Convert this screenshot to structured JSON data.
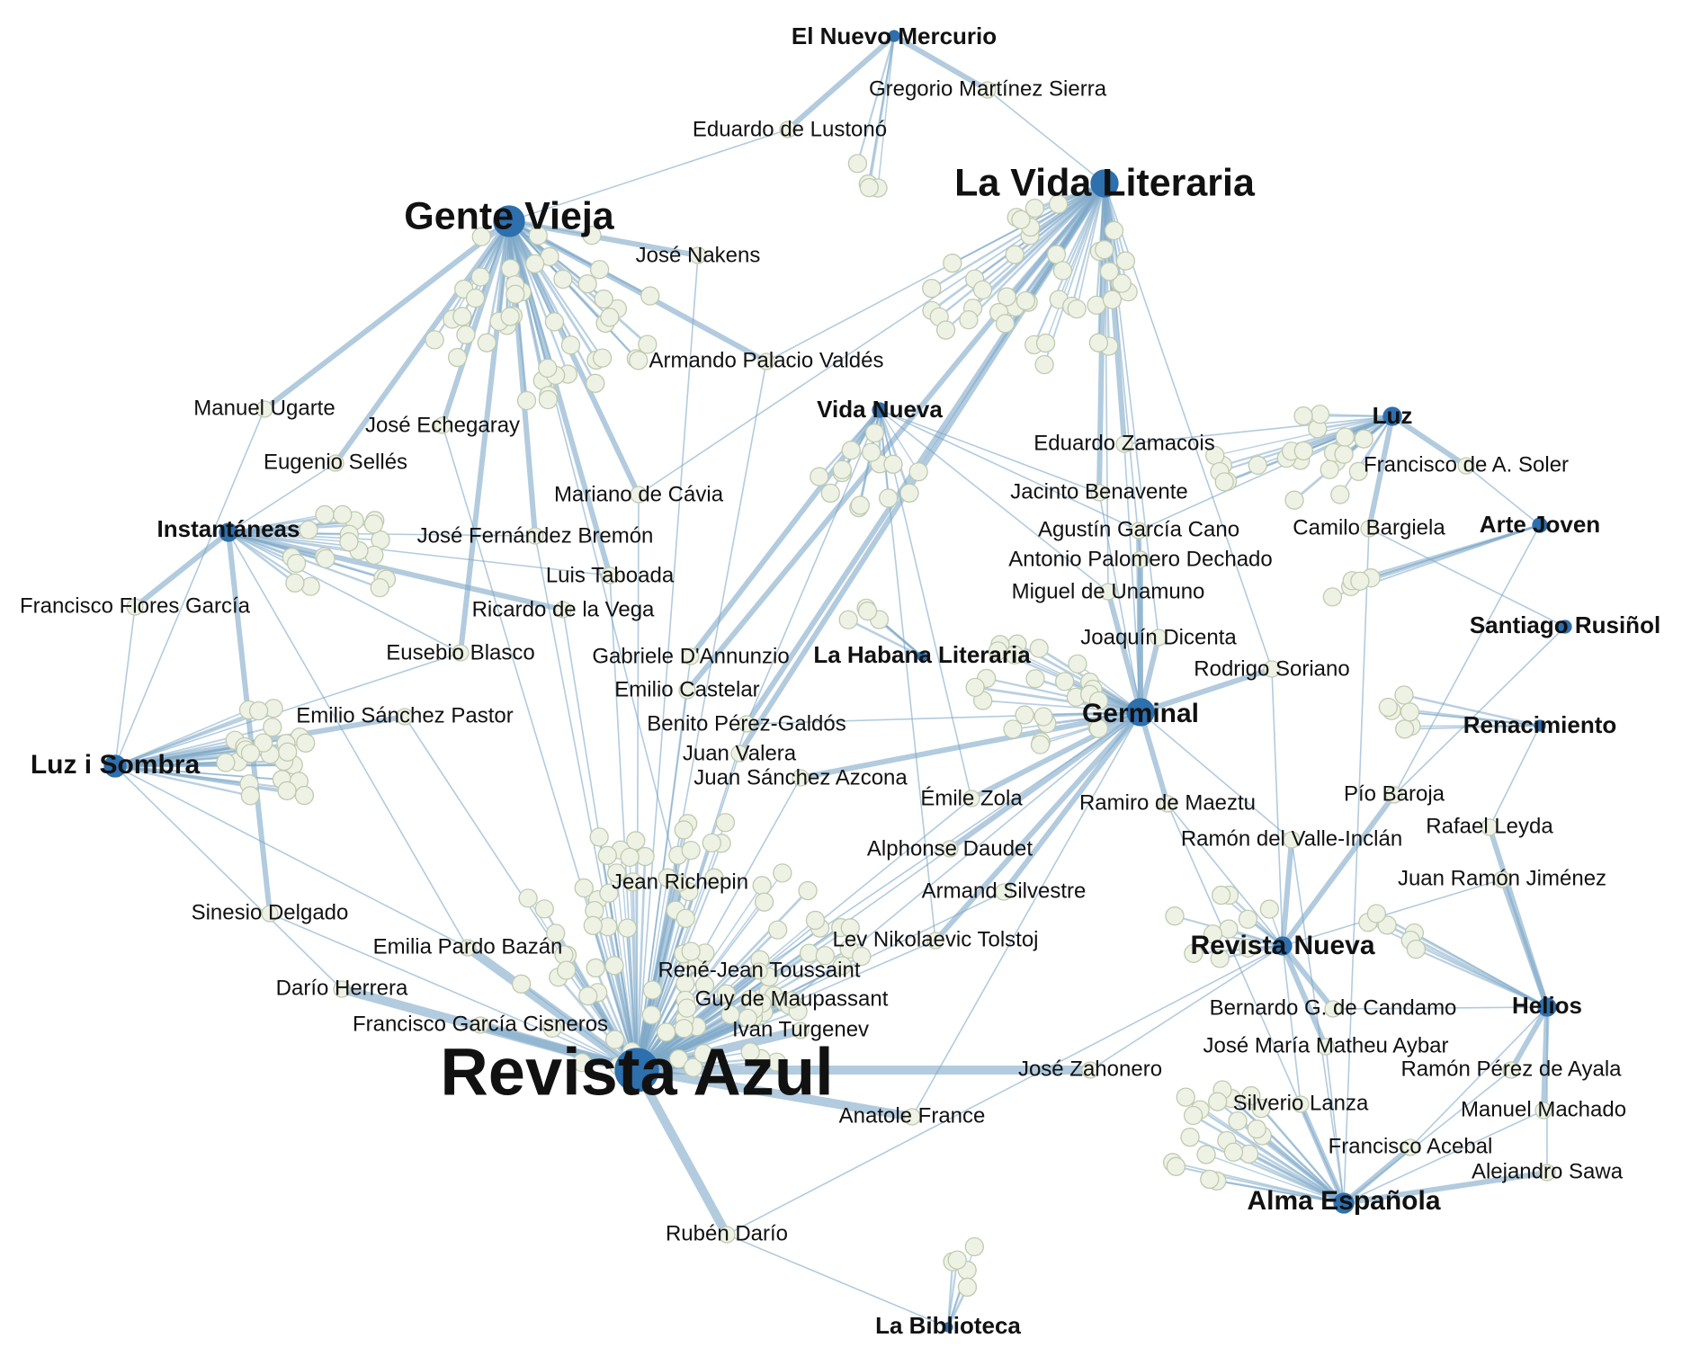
{
  "colors": {
    "edge": "#7fa9c8",
    "magazine_node": "#2e6fad",
    "author_node_fill": "#eef2e4",
    "author_node_stroke": "#bfcab1",
    "label": "#111111"
  },
  "magazines": [
    {
      "id": "revista_azul",
      "name": "Revista Azul",
      "degree": "xl"
    },
    {
      "id": "gente_vieja",
      "name": "Gente Vieja",
      "degree": "l"
    },
    {
      "id": "vida_literaria",
      "name": "La Vida Literaria",
      "degree": "l"
    },
    {
      "id": "germinal",
      "name": "Germinal",
      "degree": "m"
    },
    {
      "id": "vida_nueva",
      "name": "Vida Nueva",
      "degree": "s"
    },
    {
      "id": "luz",
      "name": "Luz",
      "degree": "s"
    },
    {
      "id": "arte_joven",
      "name": "Arte Joven",
      "degree": "s"
    },
    {
      "id": "santiago_rusinol",
      "name": "Santiago Rusiñol",
      "degree": "s"
    },
    {
      "id": "renacimiento",
      "name": "Renacimiento",
      "degree": "s"
    },
    {
      "id": "helios",
      "name": "Helios",
      "degree": "s"
    },
    {
      "id": "revista_nueva",
      "name": "Revista Nueva",
      "degree": "m"
    },
    {
      "id": "alma_espanola",
      "name": "Alma Española",
      "degree": "m"
    },
    {
      "id": "instantaneas",
      "name": "Instantáneas",
      "degree": "s"
    },
    {
      "id": "luz_i_sombra",
      "name": "Luz i Sombra",
      "degree": "m"
    },
    {
      "id": "nuevo_mercurio",
      "name": "El Nuevo Mercurio",
      "degree": "xs"
    },
    {
      "id": "la_biblioteca",
      "name": "La Biblioteca",
      "degree": "xs"
    },
    {
      "id": "habana_literaria",
      "name": "La Habana Literaria",
      "degree": "xs"
    }
  ],
  "authors": [
    "Gregorio Martínez Sierra",
    "Eduardo de Lustonó",
    "José Nakens",
    "Armando Palacio Valdés",
    "Manuel Ugarte",
    "José Echegaray",
    "Eugenio Sellés",
    "Mariano de Cávia",
    "José Fernández Bremón",
    "Luis Taboada",
    "Francisco Flores García",
    "Ricardo de la Vega",
    "Eusebio Blasco",
    "Gabriele D'Annunzio",
    "Emilio Castelar",
    "Emilio Sánchez Pastor",
    "Benito Pérez-Galdós",
    "Juan Valera",
    "Juan Sánchez Azcona",
    "Émile Zola",
    "Alphonse Daudet",
    "Jean Richepin",
    "Armand Silvestre",
    "Sinesio Delgado",
    "Lev Nikolaevic Tolstoj",
    "Emilia Pardo Bazán",
    "René-Jean Toussaint",
    "Darío Herrera",
    "Guy de Maupassant",
    "Francisco García Cisneros",
    "Ivan Turgenev",
    "José Zahonero",
    "Anatole France",
    "Rubén Darío",
    "Eduardo Zamacois",
    "Francisco de A. Soler",
    "Jacinto Benavente",
    "Camilo Bargiela",
    "Agustín García Cano",
    "Antonio Palomero Dechado",
    "Miguel de Unamuno",
    "Joaquín Dicenta",
    "Rodrigo Soriano",
    "Ramiro de Maeztu",
    "Ramón del Valle-Inclán",
    "Pío Baroja",
    "Rafael Leyda",
    "Juan Ramón Jiménez",
    "Bernardo G. de Candamo",
    "José María Matheu Aybar",
    "Ramón Pérez de Ayala",
    "Silverio Lanza",
    "Manuel Machado",
    "Francisco Acebal",
    "Alejandro Sawa"
  ]
}
